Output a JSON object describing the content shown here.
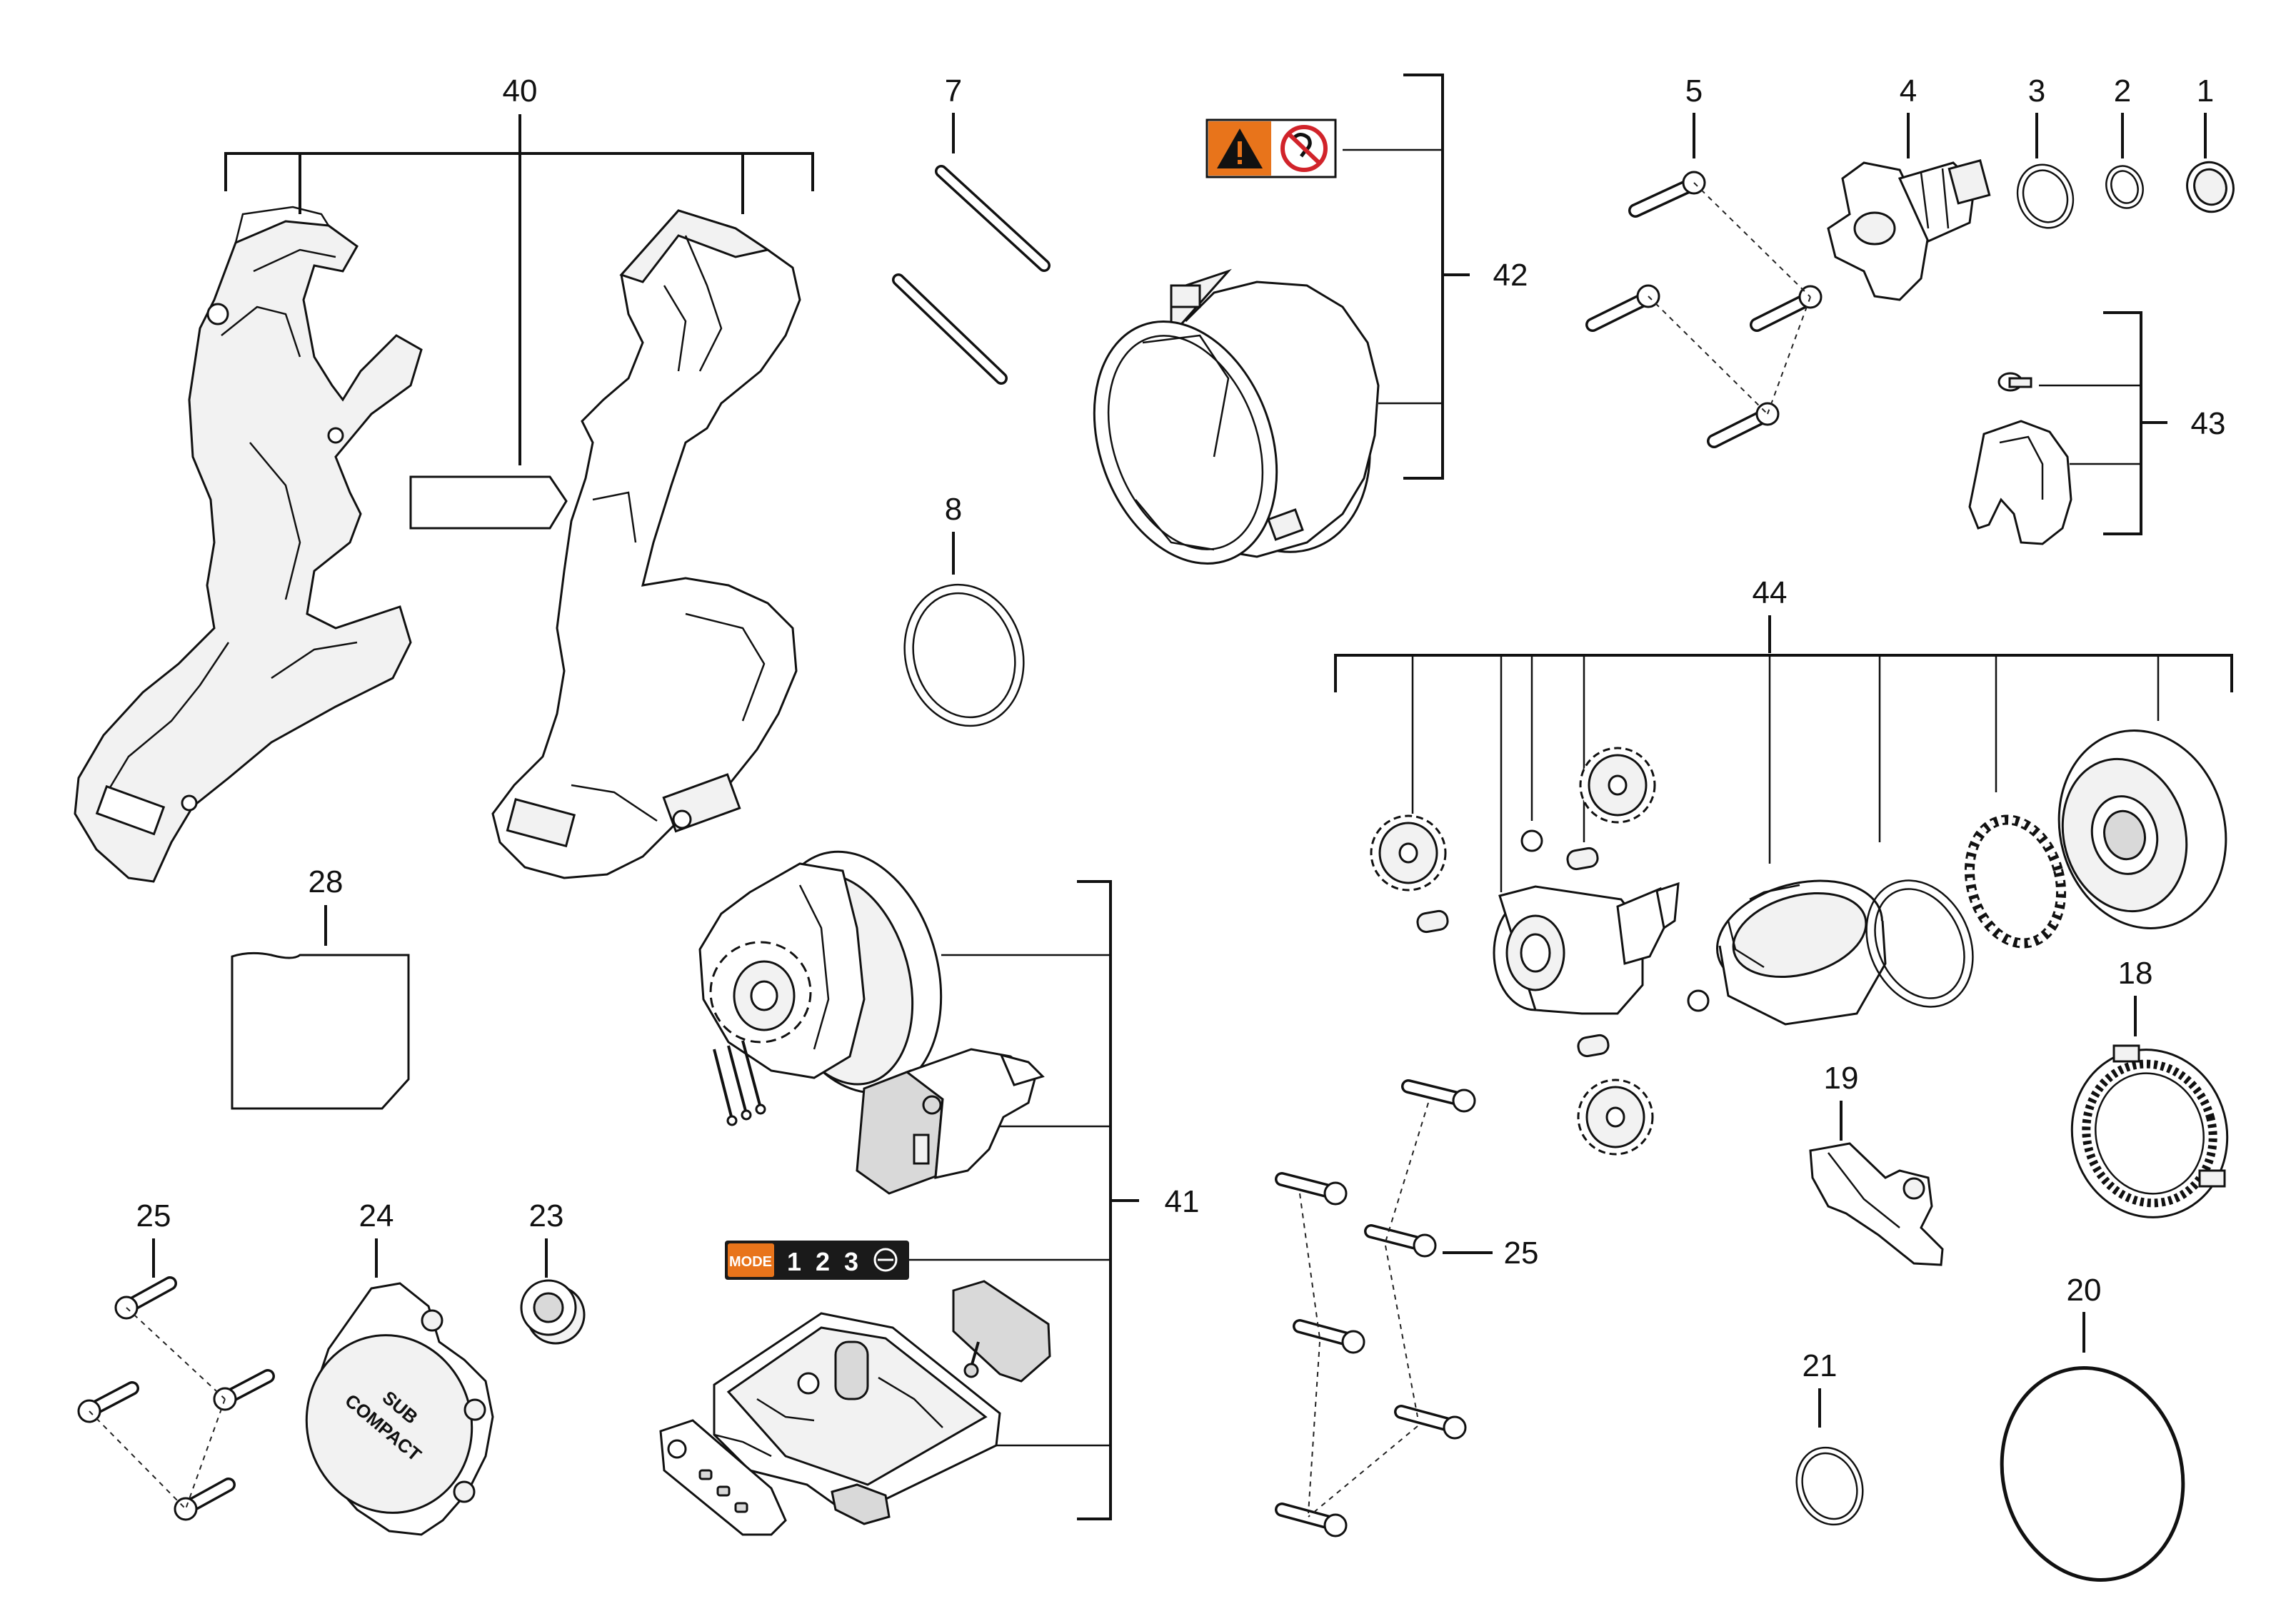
{
  "callouts": {
    "c1": "1",
    "c2": "2",
    "c3": "3",
    "c4": "4",
    "c5": "5",
    "c7": "7",
    "c8": "8",
    "c18": "18",
    "c19": "19",
    "c20": "20",
    "c21": "21",
    "c23": "23",
    "c24": "24",
    "c25a": "25",
    "c25b": "25",
    "c28": "28",
    "c40": "40",
    "c41": "41",
    "c42": "42",
    "c43": "43",
    "c44": "44"
  },
  "mode_label": {
    "mode": "MODE",
    "settings": [
      "1",
      "2",
      "3"
    ]
  },
  "cover_badge": {
    "line1": "SUB",
    "line2": "COMPACT"
  },
  "icons": {
    "warning": "warning-triangle-icon",
    "no_hearing": "ear-protection-icon",
    "auto": "auto-mode-icon"
  },
  "colors": {
    "accent_orange": "#e8741b",
    "label_dark": "#1a1a1a",
    "line": "#111111",
    "prohibition_red": "#d1232a"
  }
}
